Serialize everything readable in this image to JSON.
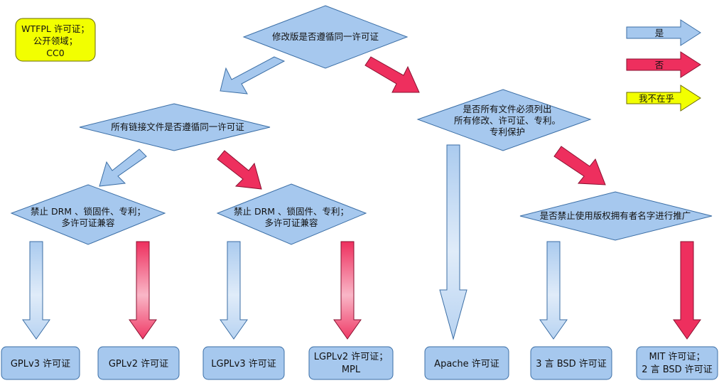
{
  "colors": {
    "blue": "#a6c8ee",
    "pink": "#ee2f5e",
    "yellow": "#f2ff00",
    "outline": "#3b6ea5"
  },
  "legend": {
    "yes_label": "是",
    "no_label": "否",
    "dontcare_label": "我不在乎"
  },
  "note": {
    "lines": [
      "WTFPL 许可证；",
      "公开领域；",
      "CC0"
    ]
  },
  "decisions": {
    "top": {
      "lines": [
        "修改版是否遵循同一许可证"
      ]
    },
    "linked": {
      "lines": [
        "所有链接文件是否遵循同一许可证"
      ]
    },
    "drm_left": {
      "lines": [
        "禁止 DRM 、锁固件、专利；",
        "多许可证兼容"
      ]
    },
    "drm_right": {
      "lines": [
        "禁止 DRM 、锁固件、专利；",
        "多许可证兼容"
      ]
    },
    "list_mods": {
      "lines": [
        "是否所有文件必须列出",
        "所有修改、许可证、专利。",
        "专利保护"
      ]
    },
    "name_ban": {
      "lines": [
        "是否禁止使用版权拥有者名字进行推广"
      ]
    }
  },
  "licenses": [
    {
      "lines": [
        "GPLv3 许可证"
      ]
    },
    {
      "lines": [
        "GPLv2 许可证"
      ]
    },
    {
      "lines": [
        "LGPLv3 许可证"
      ]
    },
    {
      "lines": [
        "LGPLv2 许可证；",
        "MPL"
      ]
    },
    {
      "lines": [
        "Apache 许可证"
      ]
    },
    {
      "lines": [
        "3 言 BSD 许可证"
      ]
    },
    {
      "lines": [
        "MIT 许可证；",
        "2 言 BSD 许可证"
      ]
    }
  ]
}
